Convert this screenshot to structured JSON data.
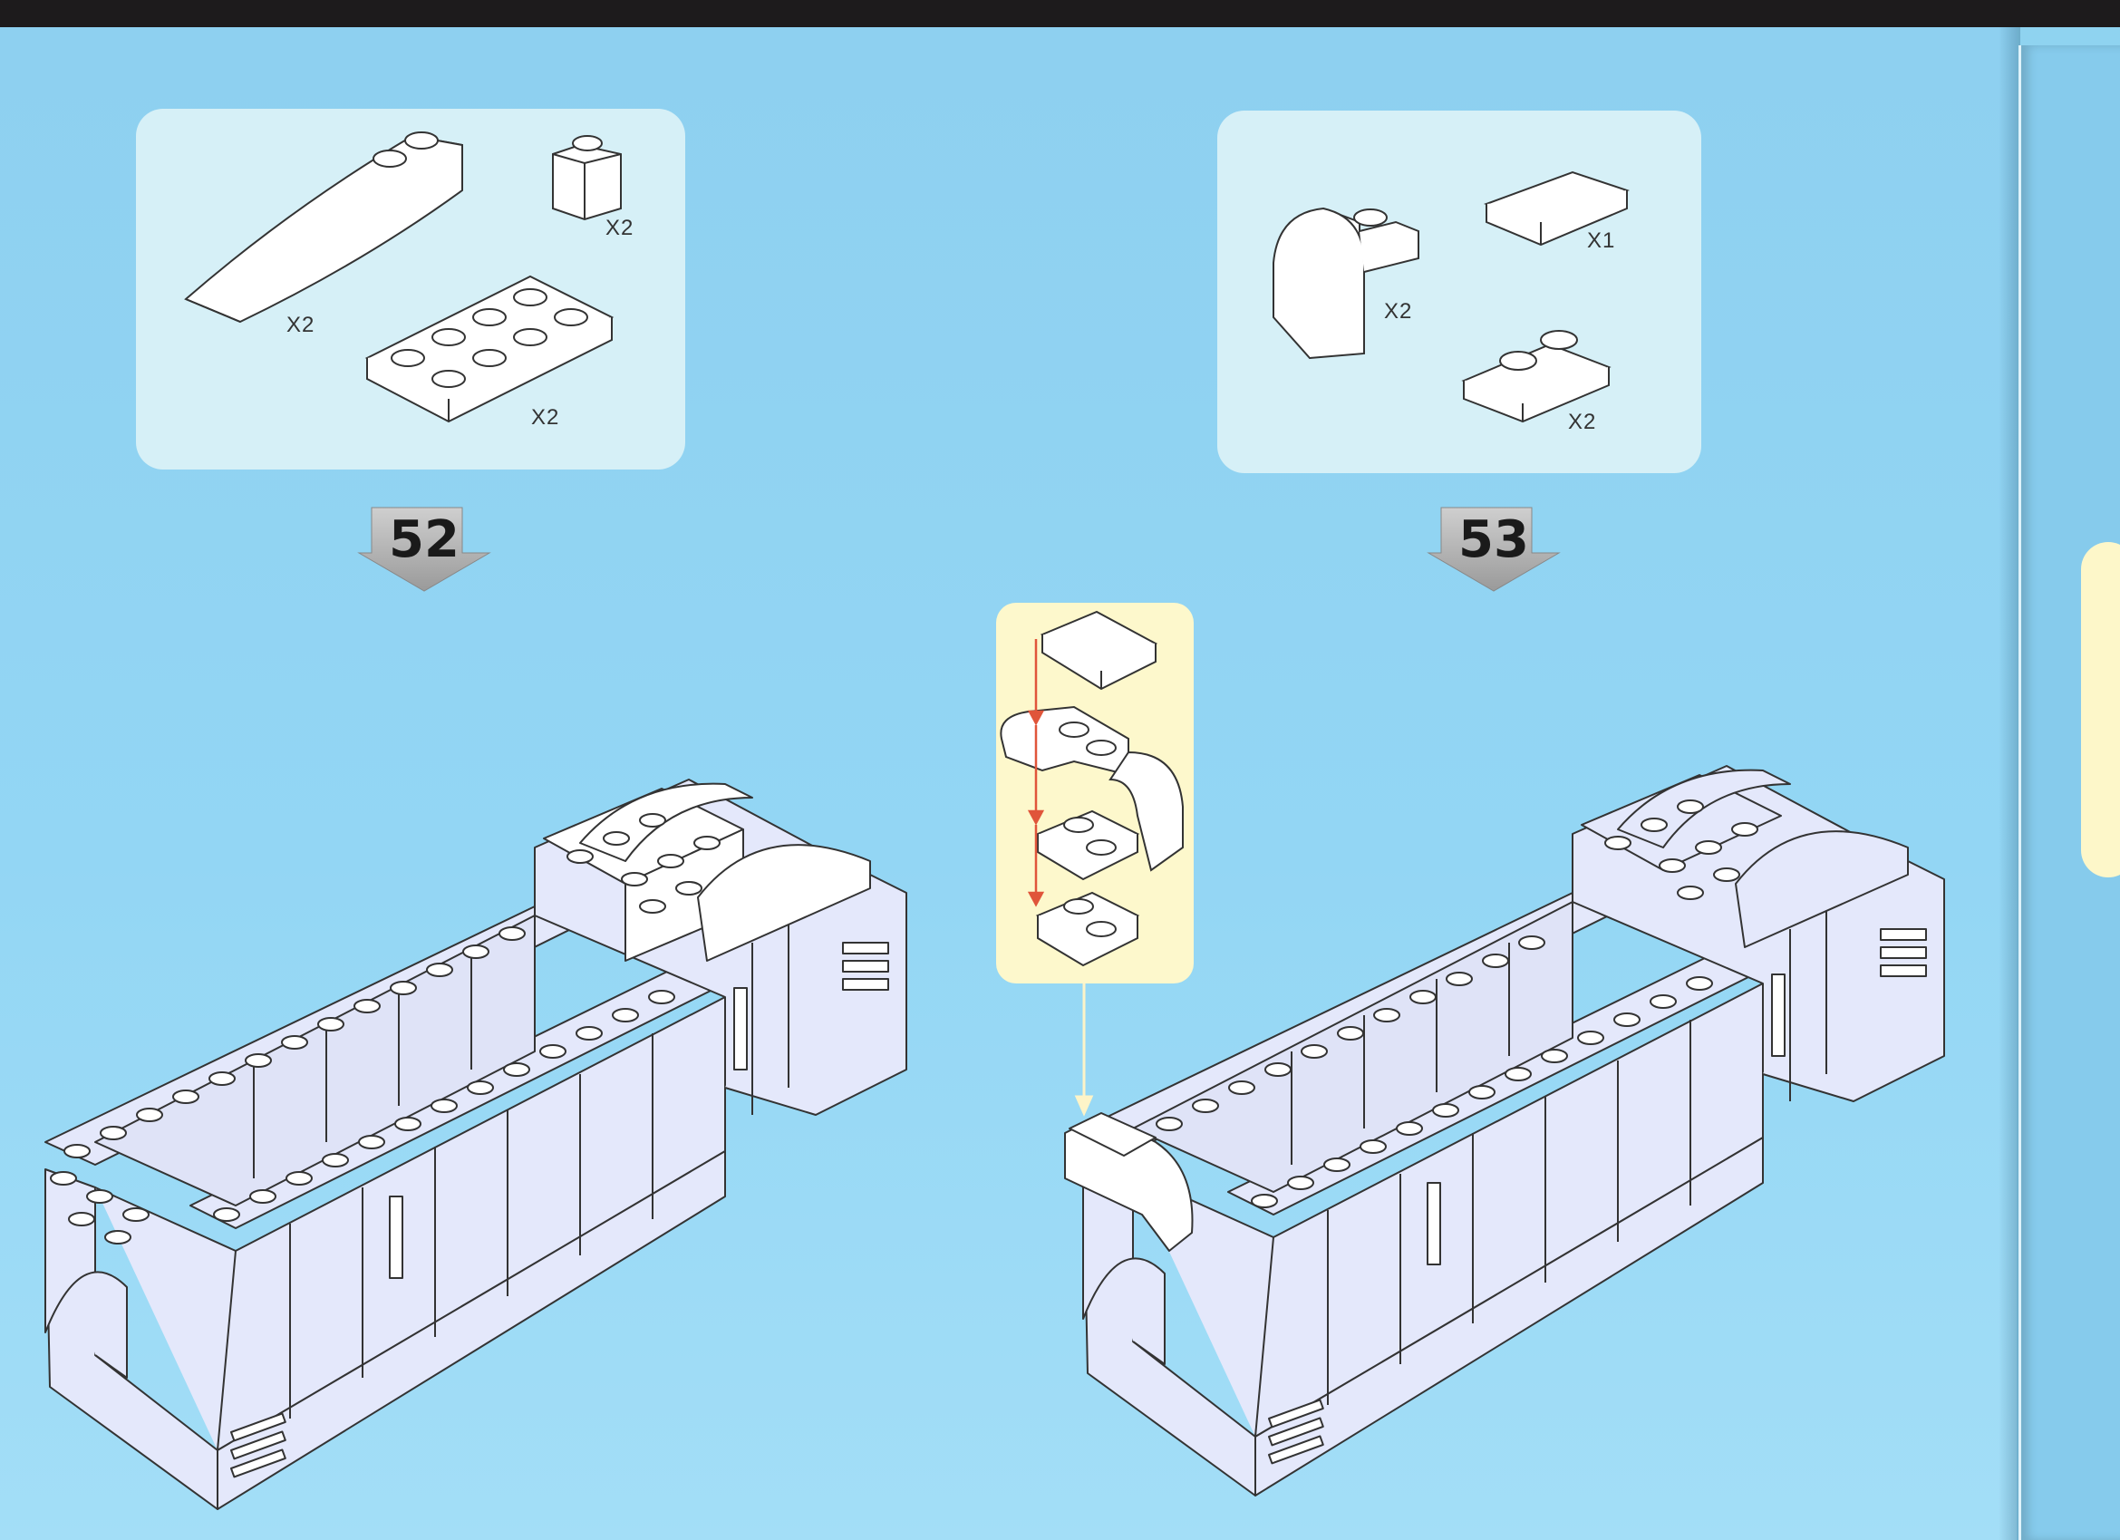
{
  "steps": [
    {
      "number": "52",
      "parts": [
        {
          "qty": "X2"
        },
        {
          "qty": "X2"
        },
        {
          "qty": "X2"
        }
      ]
    },
    {
      "number": "53",
      "parts": [
        {
          "qty": "X2"
        },
        {
          "qty": "X1"
        },
        {
          "qty": "X2"
        }
      ]
    }
  ],
  "colors": {
    "page": "#93d6f4",
    "parts_panel": "#d6f0f7",
    "inset_panel": "#fdf8cc",
    "arrow": "#a9a9a9",
    "guide": "#e0553a",
    "model": "#e4e8fb"
  }
}
